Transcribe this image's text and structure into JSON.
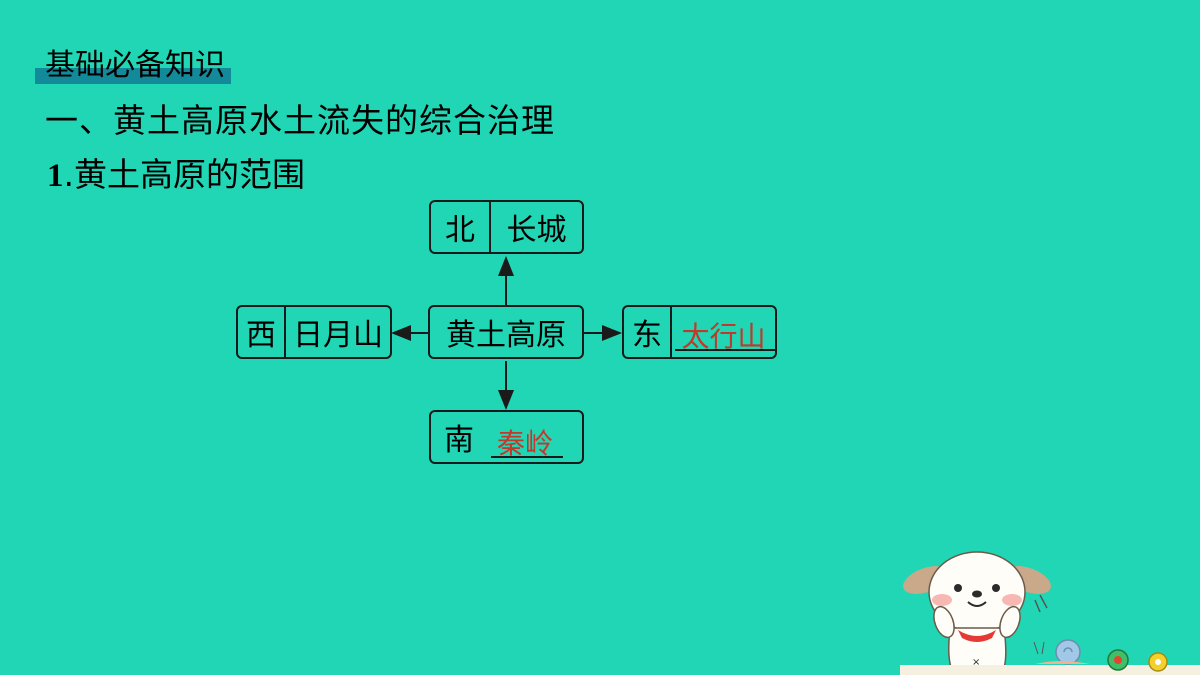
{
  "section_tag": "基础必备知识",
  "heading1": "一、黄土高原水土流失的综合治理",
  "heading2": {
    "number": "1",
    "text": ".黄土高原的范围"
  },
  "diagram": {
    "center": "黄土高原",
    "north": {
      "direction": "北",
      "boundary": "长城"
    },
    "west": {
      "direction": "西",
      "boundary": "日月山"
    },
    "east": {
      "direction": "东",
      "answer": "太行山"
    },
    "south": {
      "direction": "南",
      "answer": "秦岭"
    }
  },
  "colors": {
    "background": "#20d6b5",
    "tag_bar": "#138a99",
    "answer": "#c0392b"
  }
}
